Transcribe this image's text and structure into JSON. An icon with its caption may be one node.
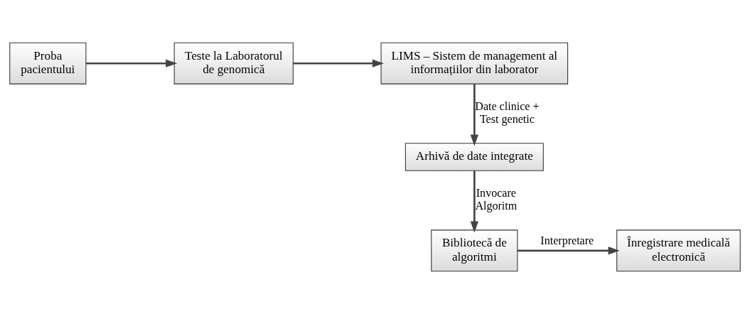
{
  "diagram": {
    "nodes": [
      {
        "text": [
          "Proba pacientului"
        ]
      },
      {
        "text": [
          "Teste la Laboratorul de genomică"
        ]
      },
      {
        "text": [
          "LIMS – Sistem de management al informațiilor din laborator"
        ]
      },
      {
        "text": [
          "Arhivă de date integrate"
        ]
      },
      {
        "text": [
          "Bibliotecă de algoritmi"
        ]
      },
      {
        "text": [
          "Înregistrare medicală electronică"
        ]
      }
    ],
    "edges": [
      {
        "from": 0,
        "to": 1,
        "arrow": "to"
      },
      {
        "from": 1,
        "to": 2,
        "arrow": "to"
      },
      {
        "from": 2,
        "to": 3,
        "arrow": "to",
        "label": "Date clinice + Test genetic"
      },
      {
        "from": 3,
        "to": 4,
        "arrow": "to",
        "label": "Invocare Algoritm"
      },
      {
        "from": 4,
        "to": 5,
        "arrow": "to",
        "label": "Interpretare"
      }
    ]
  }
}
